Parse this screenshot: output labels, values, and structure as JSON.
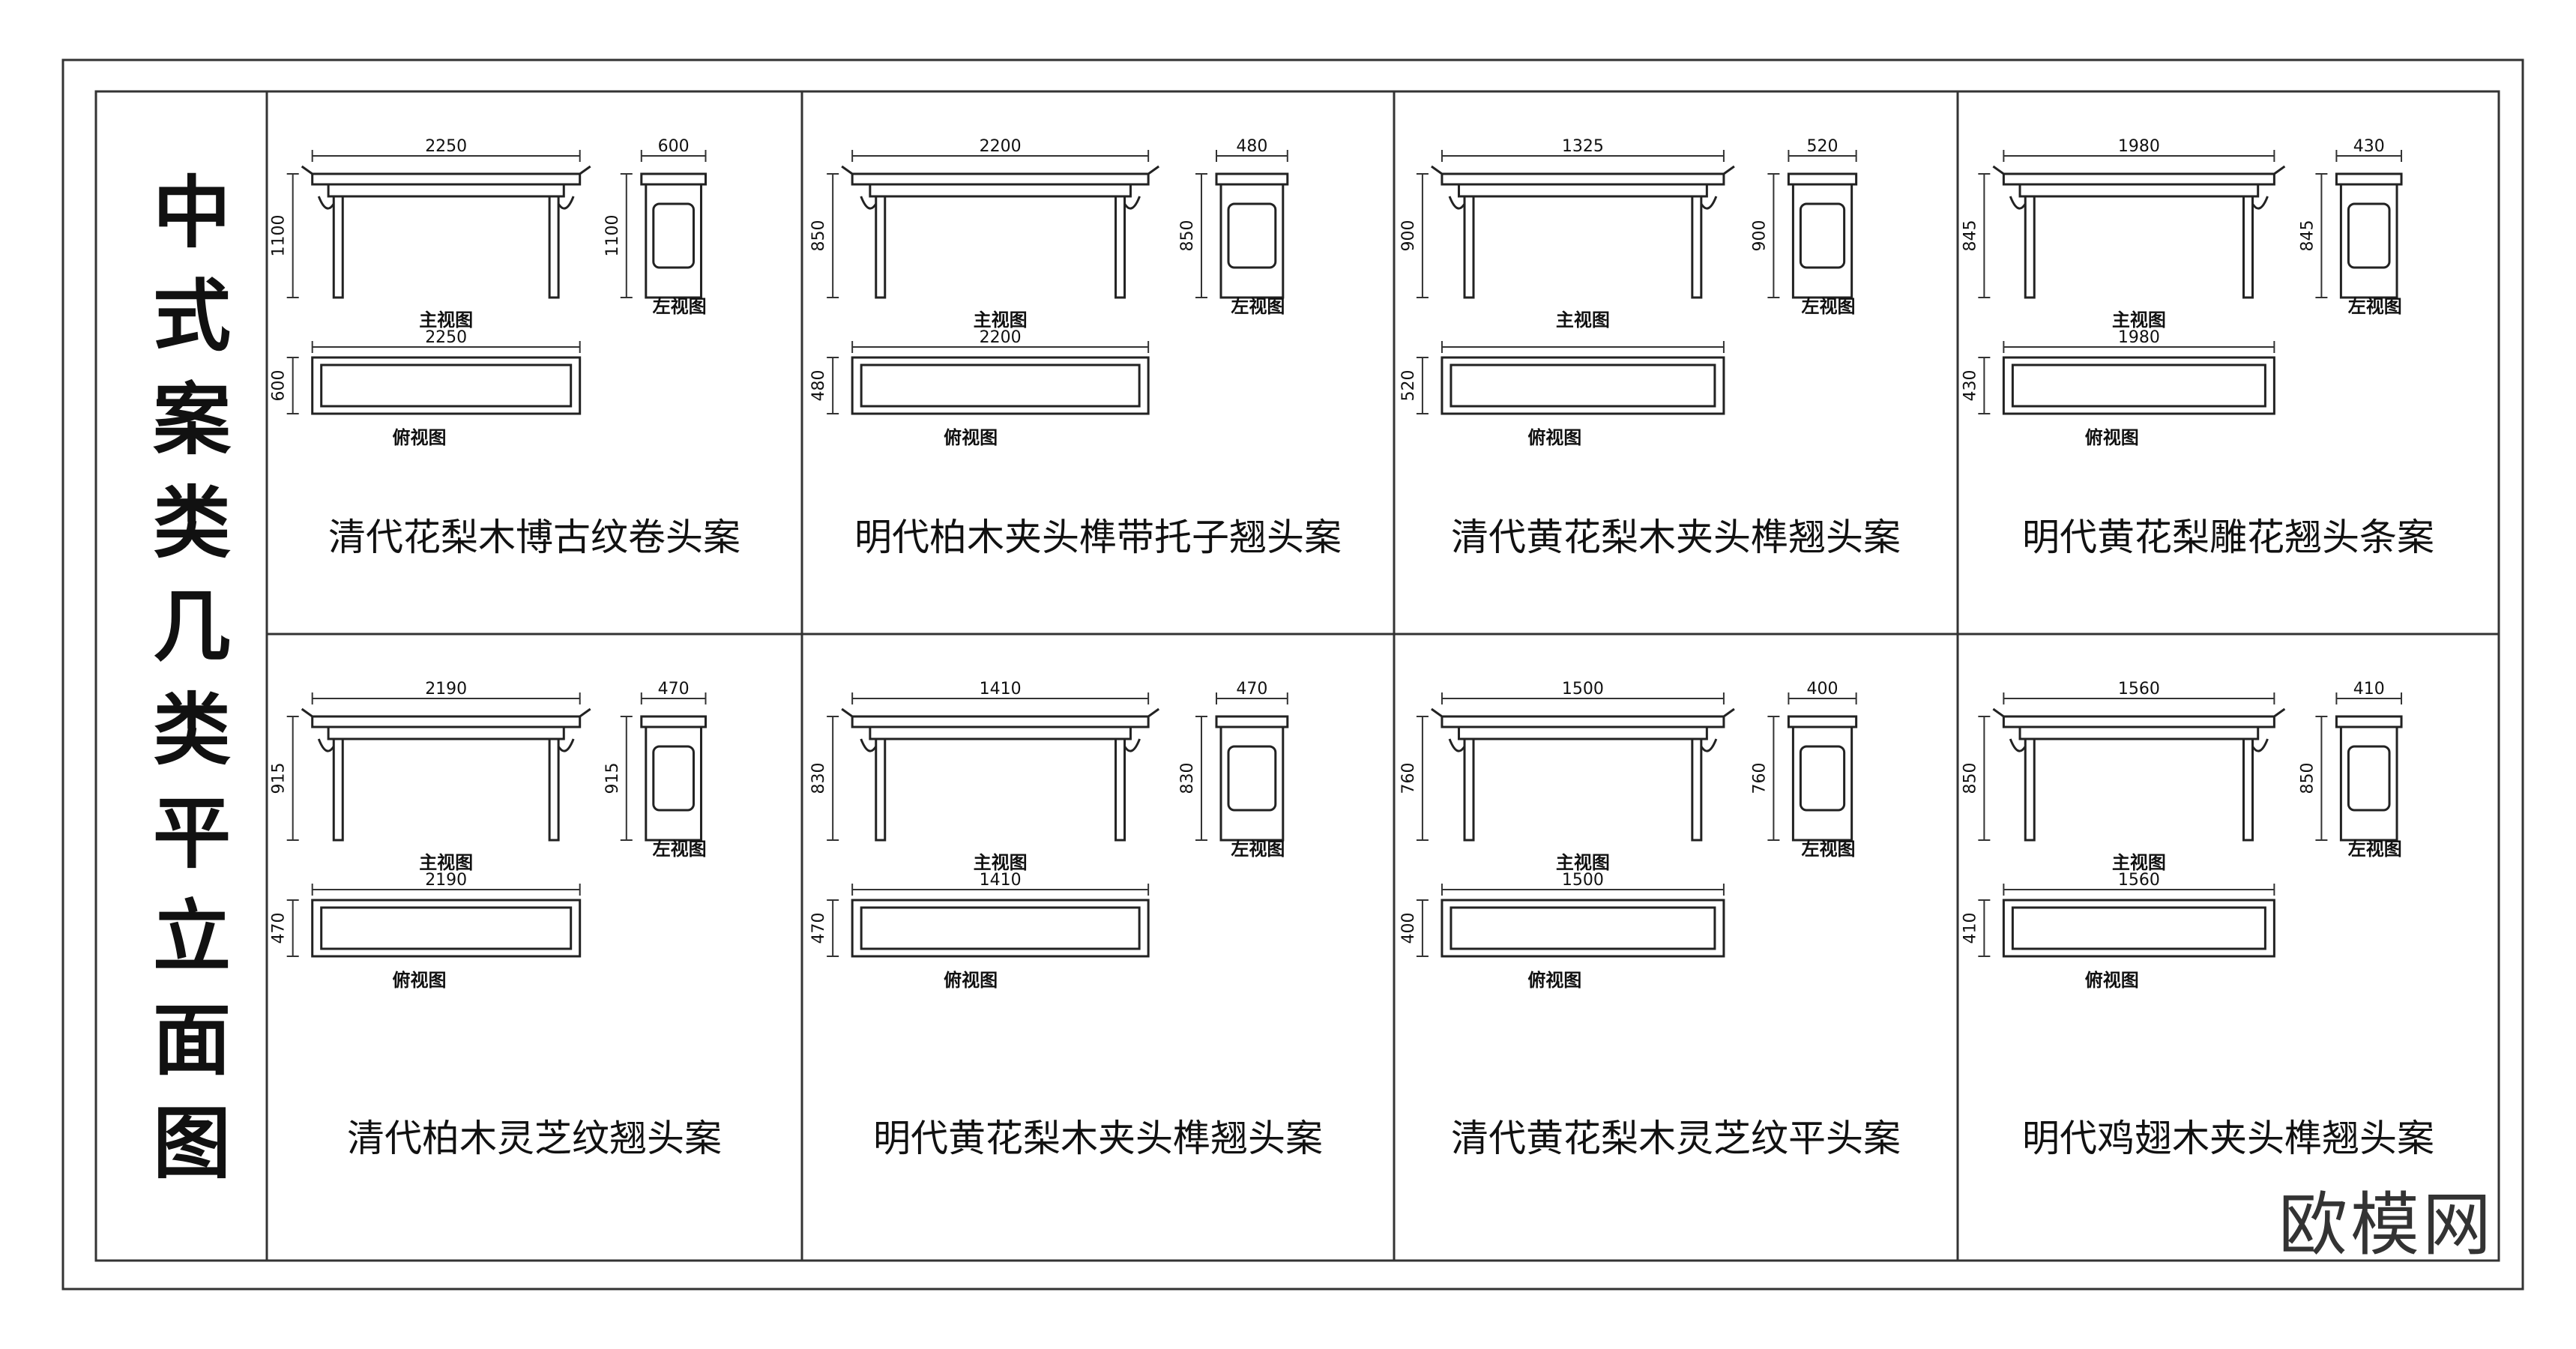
{
  "sheet": {
    "title_chars": [
      "中",
      "式",
      "案",
      "类",
      "几",
      "类",
      "平",
      "立",
      "面",
      "图"
    ],
    "watermark": "欧模网"
  },
  "view_labels": {
    "front": "主视图",
    "side": "左视图",
    "top": "俯视图"
  },
  "items": [
    {
      "id": "p1",
      "name": "清代花梨木博古纹卷头案",
      "front_w": "2250",
      "front_h": "1100",
      "side_w": "600",
      "side_h": "1100",
      "top_w": "2250",
      "top_d": "600"
    },
    {
      "id": "p2",
      "name": "明代柏木夹头榫带托子翘头案",
      "front_w": "2200",
      "front_h": "850",
      "side_w": "480",
      "side_h": "850",
      "top_w": "2200",
      "top_d": "480"
    },
    {
      "id": "p3",
      "name": "清代黄花梨木夹头榫翘头案",
      "front_w": "1325",
      "front_h": "900",
      "side_w": "520",
      "side_h": "900",
      "top_w": "",
      "top_d": "520"
    },
    {
      "id": "p4",
      "name": "明代黄花梨雕花翘头条案",
      "front_w": "1980",
      "front_h": "845",
      "side_w": "430",
      "side_h": "845",
      "top_w": "1980",
      "top_d": "430"
    },
    {
      "id": "p5",
      "name": "清代柏木灵芝纹翘头案",
      "front_w": "2190",
      "front_h": "915",
      "side_w": "470",
      "side_h": "915",
      "top_w": "2190",
      "top_d": "470"
    },
    {
      "id": "p6",
      "name": "明代黄花梨木夹头榫翘头案",
      "front_w": "1410",
      "front_h": "830",
      "side_w": "470",
      "side_h": "830",
      "top_w": "1410",
      "top_d": "470"
    },
    {
      "id": "p7",
      "name": "清代黄花梨木灵芝纹平头案",
      "front_w": "1500",
      "front_h": "760",
      "side_w": "400",
      "side_h": "760",
      "top_w": "1500",
      "top_d": "400"
    },
    {
      "id": "p8",
      "name": "明代鸡翅木夹头榫翘头案",
      "front_w": "1560",
      "front_h": "850",
      "side_w": "410",
      "side_h": "850",
      "top_w": "1560",
      "top_d": "410"
    }
  ]
}
